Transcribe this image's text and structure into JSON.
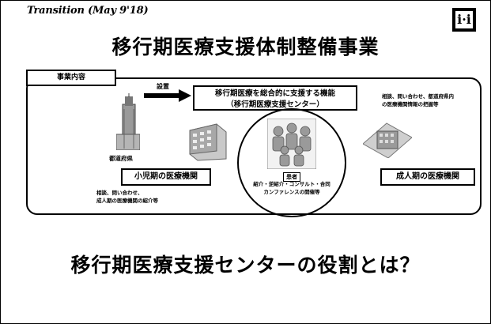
{
  "header": {
    "transition_label": "Transition (May 9'18)",
    "logo_text": "i·i",
    "title": "移行期医療支援体制整備事業"
  },
  "diagram": {
    "tag_label": "事業内容",
    "arrow_label": "設置",
    "center_line1": "移行期医療を総合的に支援する機能",
    "center_line2": "（移行期医療支援センター）",
    "right_note_line1": "相談、問い合わせ、都道府県内",
    "right_note_line2": "の医療機関情報の把握等",
    "prefecture_label": "都道府県",
    "pediatric_label": "小児期の医療機関",
    "adult_label": "成人期の医療機関",
    "patient_label": "患者",
    "circle_line1": "紹介・逆紹介・コンサルト・合同",
    "circle_line2": "カンファレンスの開催等",
    "left_note_line1": "相談、問い合わせ、",
    "left_note_line2": "成人期の医療機関の紹介等"
  },
  "footer": {
    "question": "移行期医療支援センターの役割とは？"
  },
  "colors": {
    "border": "#000000",
    "background": "#ffffff",
    "image_gray": "#9a9a9a"
  }
}
